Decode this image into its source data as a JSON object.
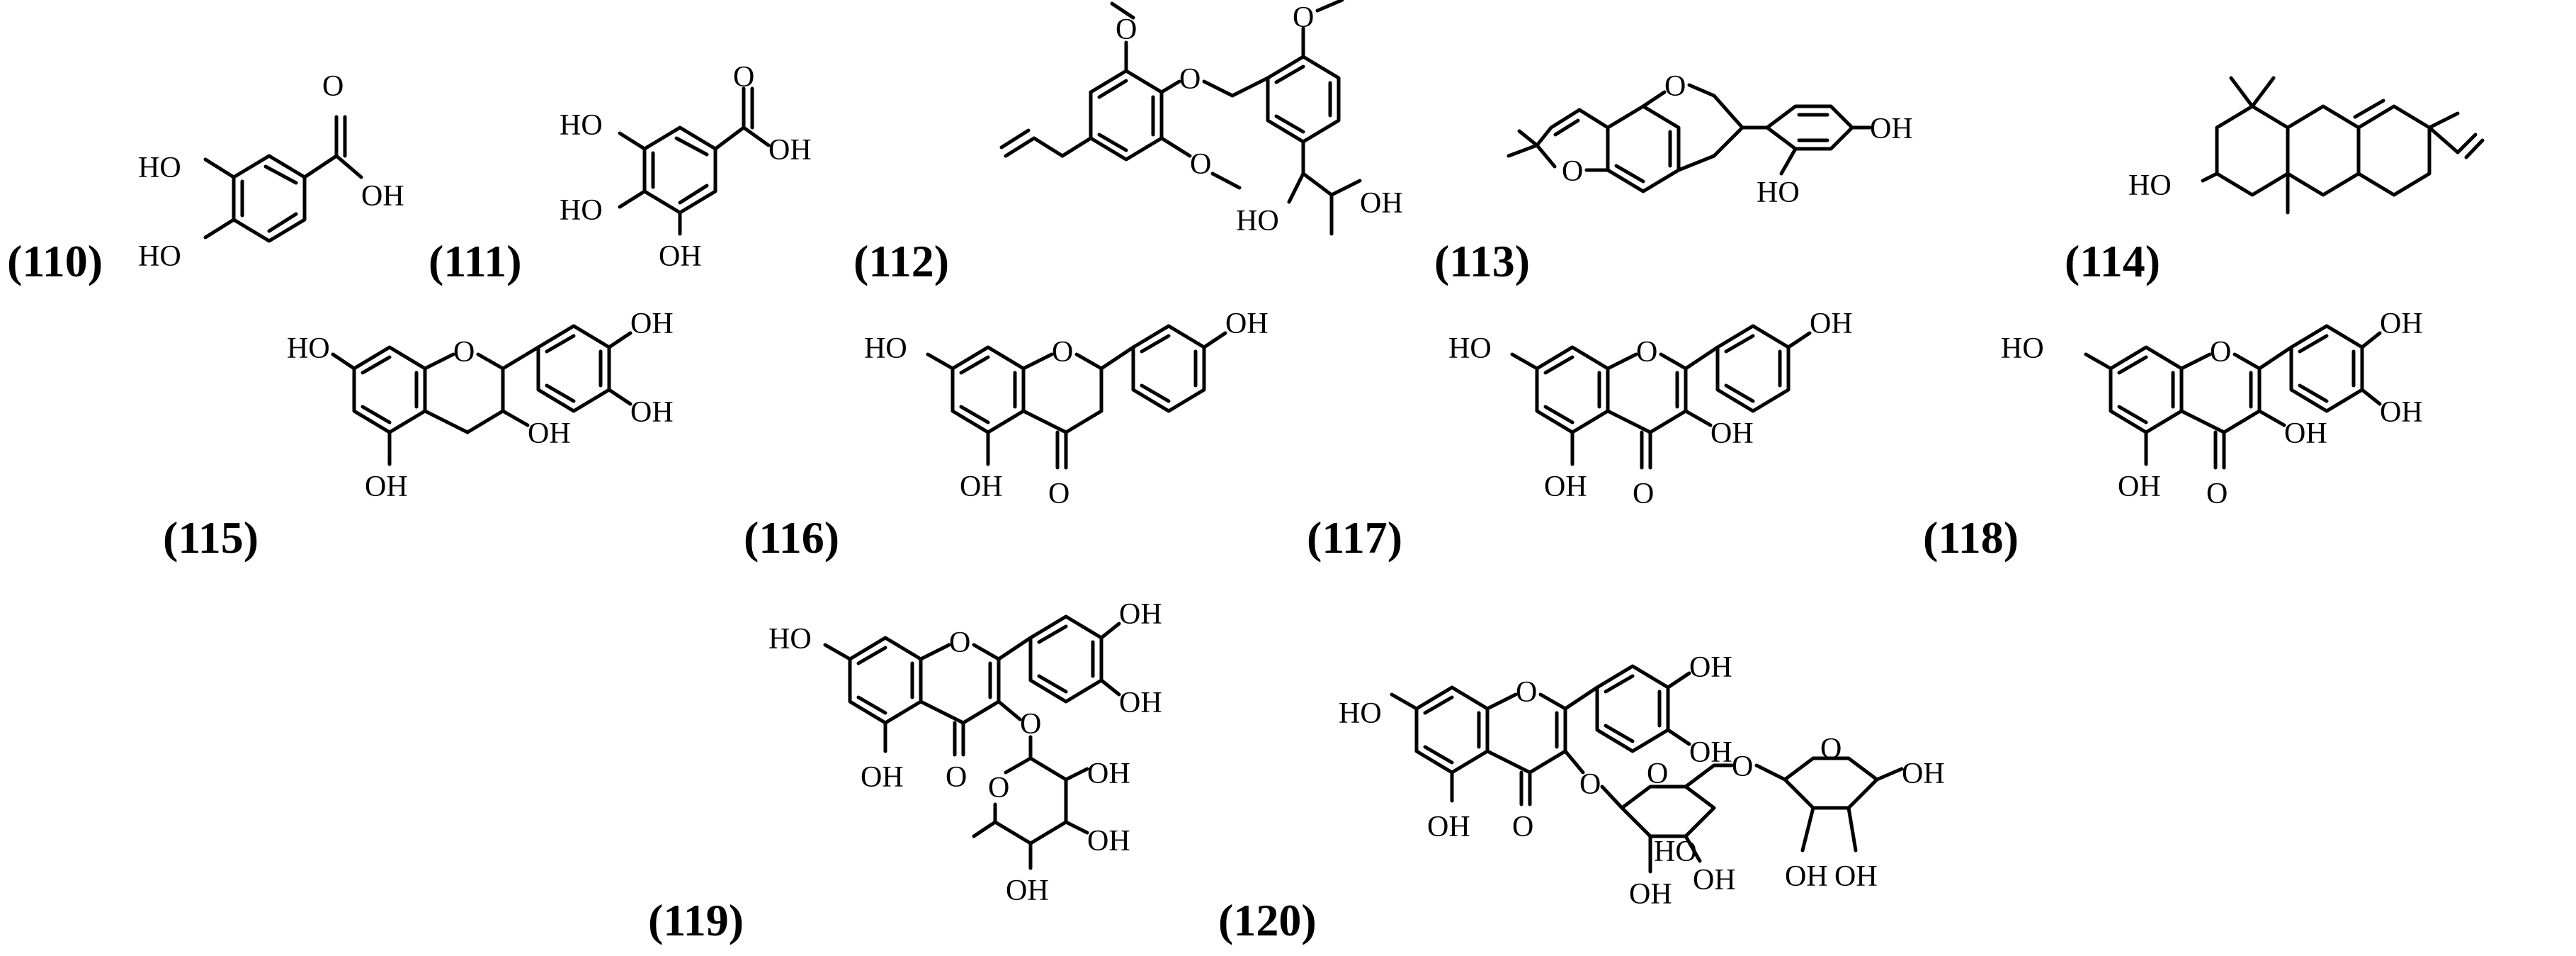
{
  "compounds": [
    {
      "id": "110",
      "label": "(110)"
    },
    {
      "id": "111",
      "label": "(111)"
    },
    {
      "id": "112",
      "label": "(112)"
    },
    {
      "id": "113",
      "label": "(113)"
    },
    {
      "id": "114",
      "label": "(114)"
    },
    {
      "id": "115",
      "label": "(115)"
    },
    {
      "id": "116",
      "label": "(116)"
    },
    {
      "id": "117",
      "label": "(117)"
    },
    {
      "id": "118",
      "label": "(118)"
    },
    {
      "id": "119",
      "label": "(119)"
    },
    {
      "id": "120",
      "label": "(120)"
    }
  ],
  "atoms": {
    "ho": "HO",
    "oh": "OH",
    "o": "O"
  }
}
